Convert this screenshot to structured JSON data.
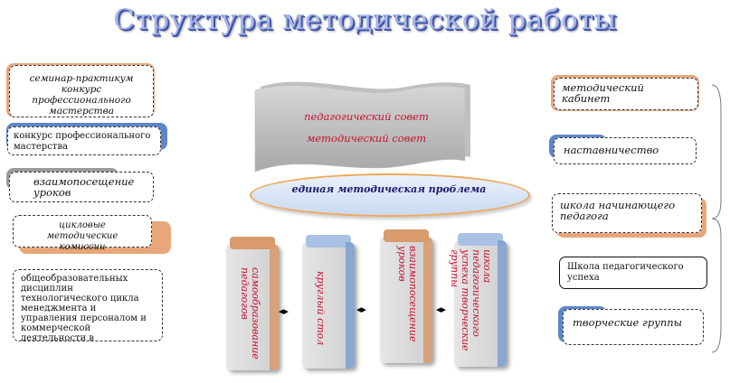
{
  "title": "Структура методической работы",
  "left_items": [
    "семинар-практикум конкурс профессионального мастерства",
    "конкурс профессионального мастерства",
    "взаимопосещение уроков",
    "цикловые методические комиссии",
    "общеобразовательных дисциплин технологического цикла менеджмента и управления персоналом и коммерческой деятельности в организации"
  ],
  "right_items": [
    "методический кабинет",
    "наставничество",
    "школа начинающего педагога",
    "Школа педагогического успеха",
    "творческие группы"
  ],
  "banner": {
    "line1": "педагогический совет",
    "line2": "методический совет"
  },
  "ellipse": "единая методическая проблема",
  "pillars": [
    "самообразование педагогов",
    "круглый стол",
    "взаимопосещение уроков",
    "школа педагогического успеха творческие группы"
  ],
  "arrow_symbol": "◂▸",
  "colors": {
    "orange_tab": "#e8a77a",
    "blue_tab": "#5d86c9",
    "grey_tab": "#9a9a9a",
    "accent_red": "#c8102e"
  }
}
